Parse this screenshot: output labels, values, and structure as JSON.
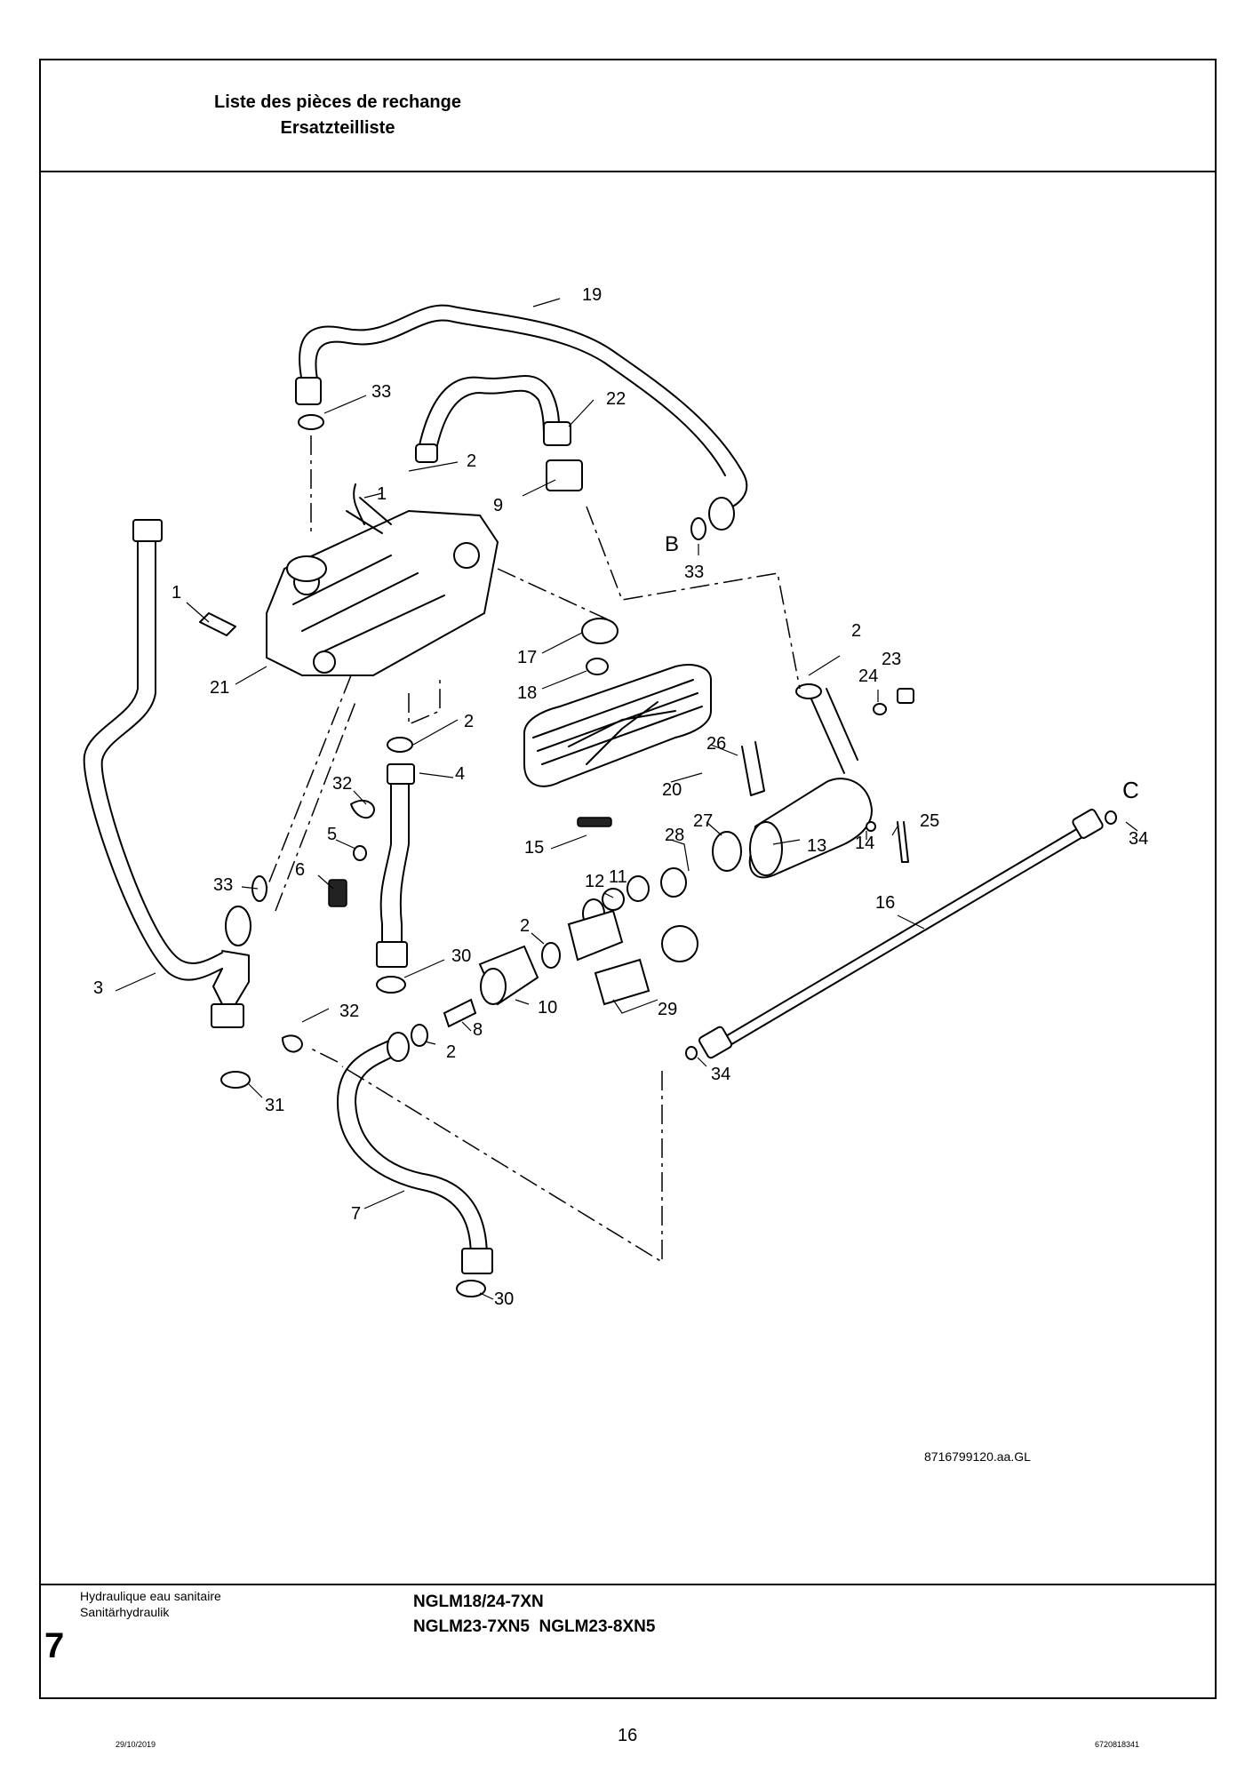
{
  "header": {
    "title_fr": "Liste des pièces de rechange",
    "title_de": "Ersatzteilliste"
  },
  "diagram": {
    "reference": "8716799120.aa.GL",
    "callouts": [
      {
        "id": "c19",
        "text": "19"
      },
      {
        "id": "c33a",
        "text": "33"
      },
      {
        "id": "c22",
        "text": "22"
      },
      {
        "id": "c2a",
        "text": "2"
      },
      {
        "id": "c1a",
        "text": "1"
      },
      {
        "id": "c9",
        "text": "9"
      },
      {
        "id": "cB",
        "text": "B"
      },
      {
        "id": "c33b",
        "text": "33"
      },
      {
        "id": "c1b",
        "text": "1"
      },
      {
        "id": "c21",
        "text": "21"
      },
      {
        "id": "c17",
        "text": "17"
      },
      {
        "id": "c18",
        "text": "18"
      },
      {
        "id": "c2b",
        "text": "2"
      },
      {
        "id": "c2c",
        "text": "2"
      },
      {
        "id": "c23",
        "text": "23"
      },
      {
        "id": "c24",
        "text": "24"
      },
      {
        "id": "c26",
        "text": "26"
      },
      {
        "id": "c4",
        "text": "4"
      },
      {
        "id": "c32a",
        "text": "32"
      },
      {
        "id": "c20",
        "text": "20"
      },
      {
        "id": "cC",
        "text": "C"
      },
      {
        "id": "c25",
        "text": "25"
      },
      {
        "id": "c34a",
        "text": "34"
      },
      {
        "id": "c27",
        "text": "27"
      },
      {
        "id": "c5",
        "text": "5"
      },
      {
        "id": "c15",
        "text": "15"
      },
      {
        "id": "c28",
        "text": "28"
      },
      {
        "id": "c13",
        "text": "13"
      },
      {
        "id": "c14",
        "text": "14"
      },
      {
        "id": "c6",
        "text": "6"
      },
      {
        "id": "c12",
        "text": "12"
      },
      {
        "id": "c11",
        "text": "11"
      },
      {
        "id": "c33c",
        "text": "33"
      },
      {
        "id": "c16",
        "text": "16"
      },
      {
        "id": "c2d",
        "text": "2"
      },
      {
        "id": "c30a",
        "text": "30"
      },
      {
        "id": "c3",
        "text": "3"
      },
      {
        "id": "c10",
        "text": "10"
      },
      {
        "id": "c29",
        "text": "29"
      },
      {
        "id": "c32b",
        "text": "32"
      },
      {
        "id": "c8",
        "text": "8"
      },
      {
        "id": "c2e",
        "text": "2"
      },
      {
        "id": "c34b",
        "text": "34"
      },
      {
        "id": "c31",
        "text": "31"
      },
      {
        "id": "c7",
        "text": "7"
      },
      {
        "id": "c30b",
        "text": "30"
      }
    ]
  },
  "footer": {
    "subtitle_fr": "Hydraulique eau sanitaire",
    "subtitle_de": "Sanitärhydraulik",
    "section_number": "7",
    "model_line1": "NGLM18/24-7XN",
    "model_line2": "NGLM23-7XN5  NGLM23-8XN5",
    "date": "29/10/2019",
    "page": "16",
    "doc_number": "6720818341"
  }
}
